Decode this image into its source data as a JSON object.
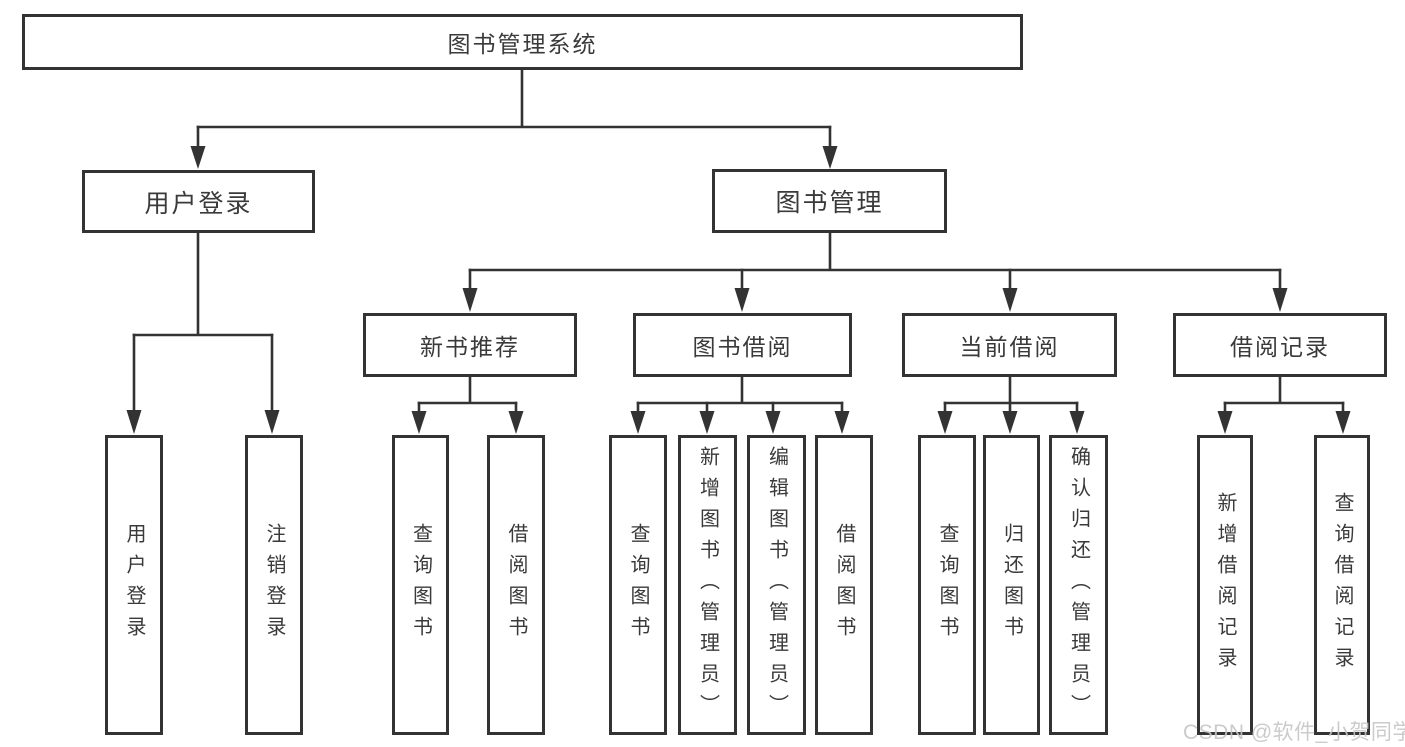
{
  "diagram": {
    "root": "图书管理系统",
    "level2": [
      "用户登录",
      "图书管理"
    ],
    "level3": [
      "新书推荐",
      "图书借阅",
      "当前借阅",
      "借阅记录"
    ],
    "leaves": {
      "user_login": [
        "用户登录",
        "注销登录"
      ],
      "new_book": [
        "查询图书",
        "借阅图书"
      ],
      "borrow": [
        "查询图书",
        "新增图书（管理员）",
        "编辑图书（管理员）",
        "借阅图书"
      ],
      "current": [
        "查询图书",
        "归还图书",
        "确认归还（管理员）"
      ],
      "records": [
        "新增借阅记录",
        "查询借阅记录"
      ]
    }
  },
  "watermark": "CSDN @软件_小贺同学",
  "colors": {
    "line": "#333333",
    "text": "#3a3a3a",
    "background": "#ffffff",
    "watermark": "#c6c6c6"
  }
}
